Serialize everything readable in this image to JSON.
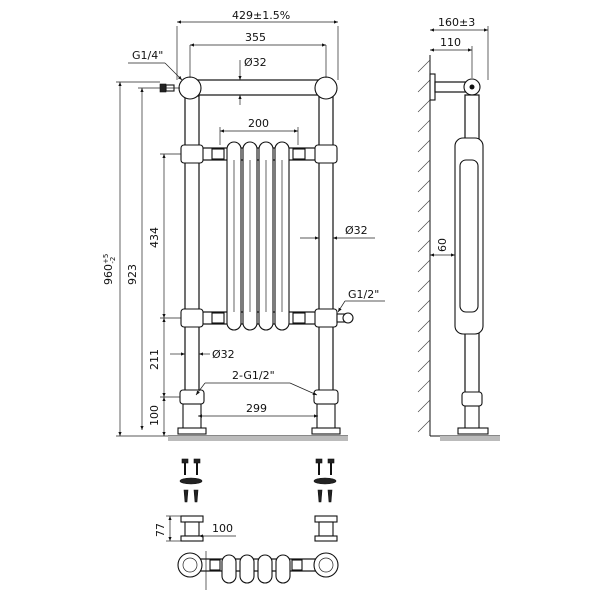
{
  "dimensions": {
    "overall_width": "429±1.5%",
    "rail_centers": "355",
    "top_rail_diameter": "Ø32",
    "top_thread": "G1/4\"",
    "radiator_width": "200",
    "pipe_diameter": "Ø32",
    "side_thread": "G1/2\"",
    "bottom_pipe_diameter": "Ø32",
    "inlet_threads": "2-G1/2\"",
    "inlet_centers": "299",
    "overall_height": "960",
    "overall_height_tol_upper": "+5",
    "overall_height_tol_lower": "-2",
    "rail_height": "923",
    "radiator_height": "434",
    "lower_rail_height": "211",
    "foot_height": "100",
    "side_depth": "160±3",
    "wall_offset": "110",
    "panel_gap": "60",
    "bracket_height": "77",
    "bracket_width": "100"
  }
}
